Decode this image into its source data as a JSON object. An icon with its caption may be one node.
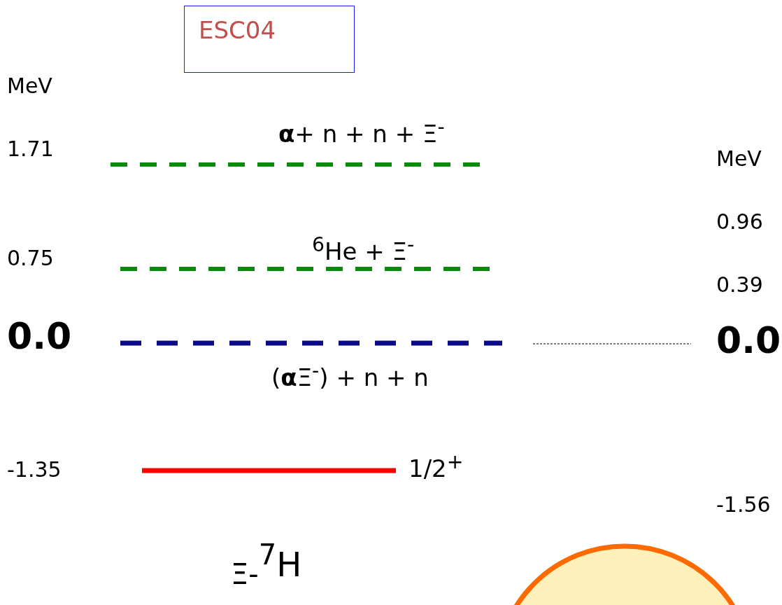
{
  "diagram": {
    "nodes": [
      {
        "text": [
          "ESC04"
        ]
      },
      {
        "text": [],
        "shape": "circle"
      }
    ],
    "labels": [
      "MeV",
      "1.71",
      "**α**+ n + n + Ξ$^{-}$",
      "MeV",
      "0.96",
      "0.75",
      "$^{6}$He + Ξ$^{-}$",
      "0.39",
      "0.0",
      "0.0",
      "(**α**Ξ$^{-}$) + n + n",
      "-1.35",
      "1/2$^{+}$",
      "-1.56",
      "$_{Ξ-}$$^{7}$H"
    ]
  }
}
